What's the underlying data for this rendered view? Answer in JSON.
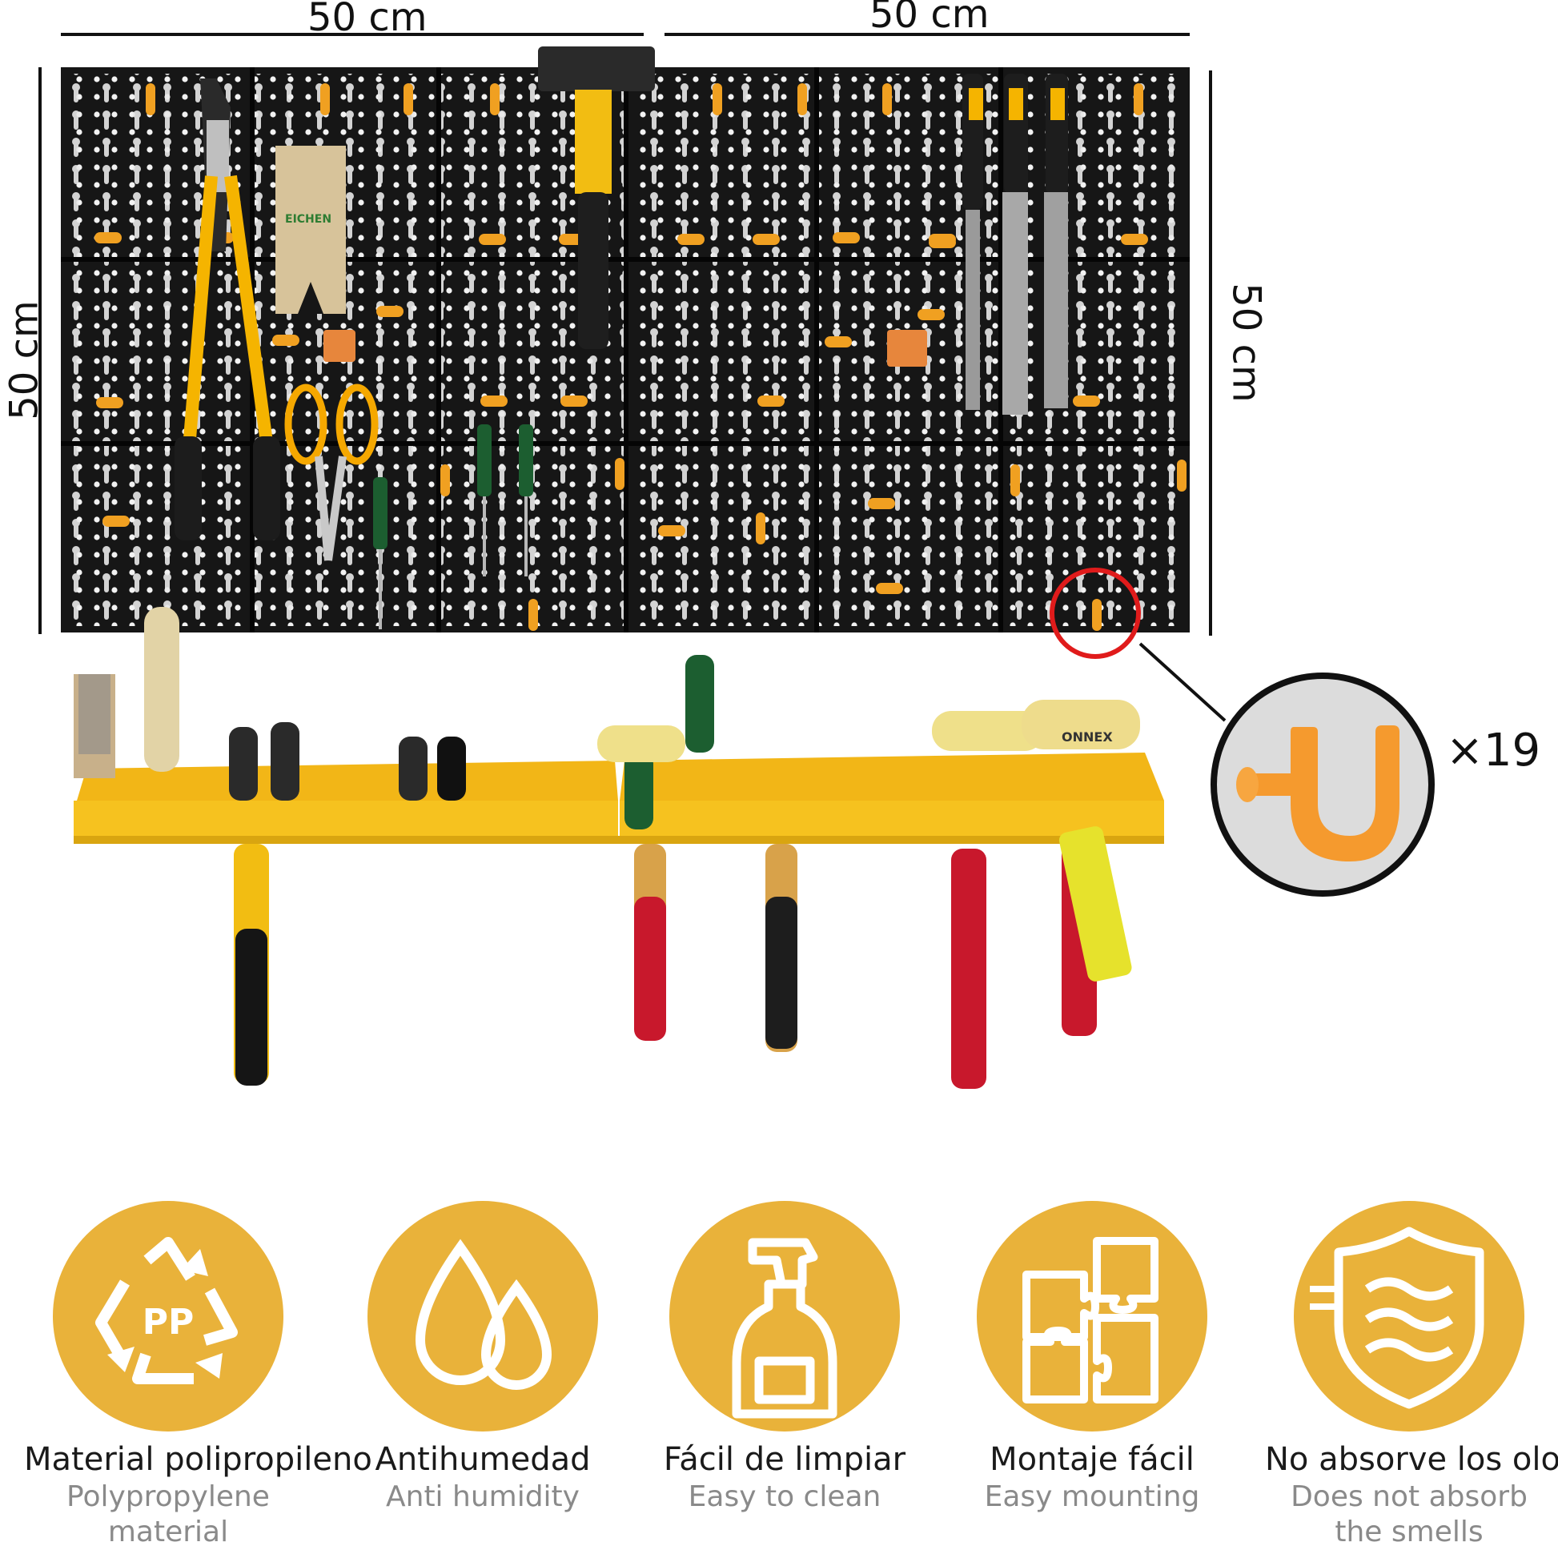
{
  "dimensions": {
    "top_left": "50 cm",
    "top_right": "50 cm",
    "left": "50 cm",
    "right": "50 cm"
  },
  "hook_zoom": {
    "multiplier": "×19"
  },
  "product_labels": {
    "brand_left": "EICHEN",
    "brand_right": "ONNEX"
  },
  "colors": {
    "panel": "#161616",
    "hook": "#f0a021",
    "shelf": "#f6c21f",
    "badge": "#e9b23a",
    "highlight": "#e01b1b"
  },
  "features": [
    {
      "icon": "recycle-pp-icon",
      "icon_text": "PP",
      "title": "Material  polipropileno",
      "subtitle": "Polypropylene material"
    },
    {
      "icon": "water-drops-icon",
      "title": "Antihumedad",
      "subtitle": "Anti humidity"
    },
    {
      "icon": "spray-bottle-icon",
      "title": "Fácil de limpiar",
      "subtitle": "Easy to clean"
    },
    {
      "icon": "puzzle-icon",
      "title": "Montaje fácil",
      "subtitle": "Easy mounting"
    },
    {
      "icon": "shield-odor-icon",
      "title": "No absorve los olores",
      "subtitle": "Does not absorb the smells"
    }
  ]
}
